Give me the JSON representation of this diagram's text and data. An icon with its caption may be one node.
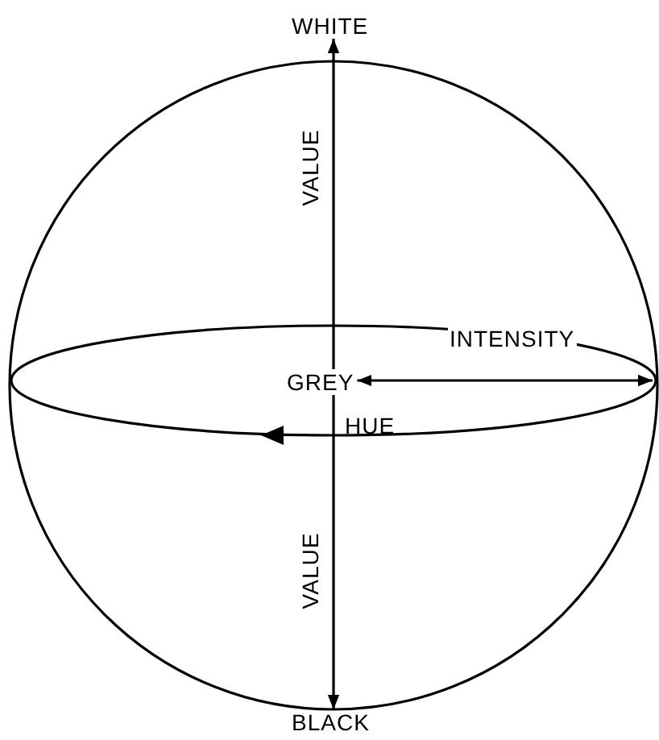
{
  "diagram": {
    "nodes": [
      {
        "text": [
          "WHITE"
        ]
      },
      {
        "text": [
          "BLACK"
        ]
      },
      {
        "text": [
          "GREY"
        ]
      }
    ],
    "edges": [
      {
        "from": 2,
        "to": 0,
        "arrow": "to",
        "label": "VALUE"
      },
      {
        "from": 2,
        "to": 1,
        "arrow": "to",
        "label": "VALUE"
      },
      {
        "from": 2,
        "to": null,
        "arrow": "both",
        "label": "INTENSITY"
      }
    ],
    "labels": [
      "HUE"
    ]
  }
}
